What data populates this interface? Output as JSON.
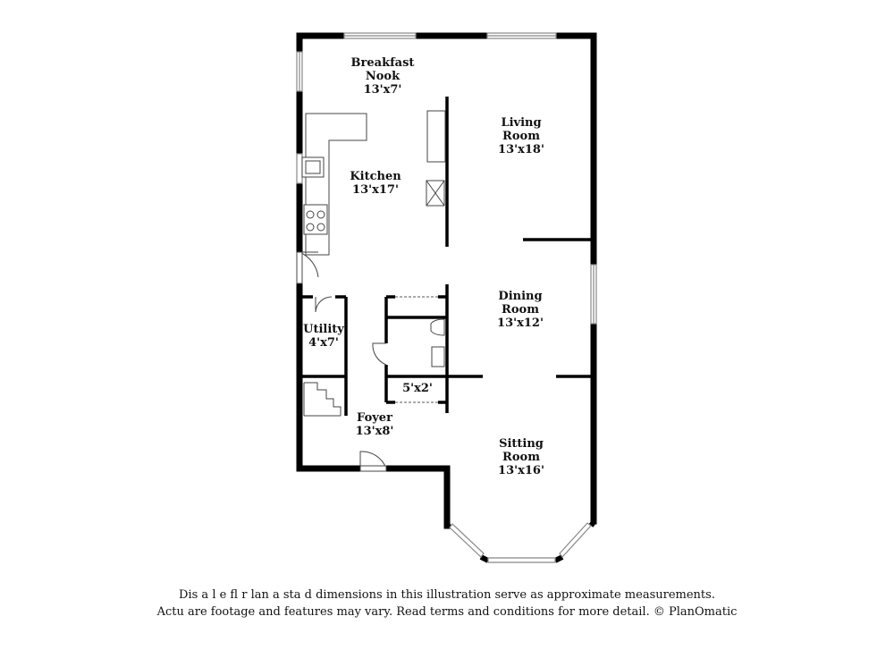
{
  "rooms": {
    "breakfast_nook": {
      "name_line1": "Breakfast",
      "name_line2": "Nook",
      "size": "13'x7'"
    },
    "living_room": {
      "name_line1": "Living",
      "name_line2": "Room",
      "size": "13'x18'"
    },
    "kitchen": {
      "name": "Kitchen",
      "size": "13'x17'"
    },
    "dining_room": {
      "name_line1": "Dining",
      "name_line2": "Room",
      "size": "13'x12'"
    },
    "utility": {
      "name": "Utility",
      "size": "4'x7'"
    },
    "closet": {
      "size": "5'x2'"
    },
    "foyer": {
      "name": "Foyer",
      "size": "13'x8'"
    },
    "sitting_room": {
      "name_line1": "Sitting",
      "name_line2": "Room",
      "size": "13'x16'"
    }
  },
  "disclaimer": {
    "line1": "Dis a    l e fl  r  lan a  sta  d dimensions in this illustration serve as approximate measurements.",
    "line2": "Actu    are footage and features may vary. Read terms and conditions for more detail. © PlanOmatic"
  },
  "colors": {
    "wall": "#000000",
    "window": "#9a9a9a",
    "fixture": "#555555"
  }
}
